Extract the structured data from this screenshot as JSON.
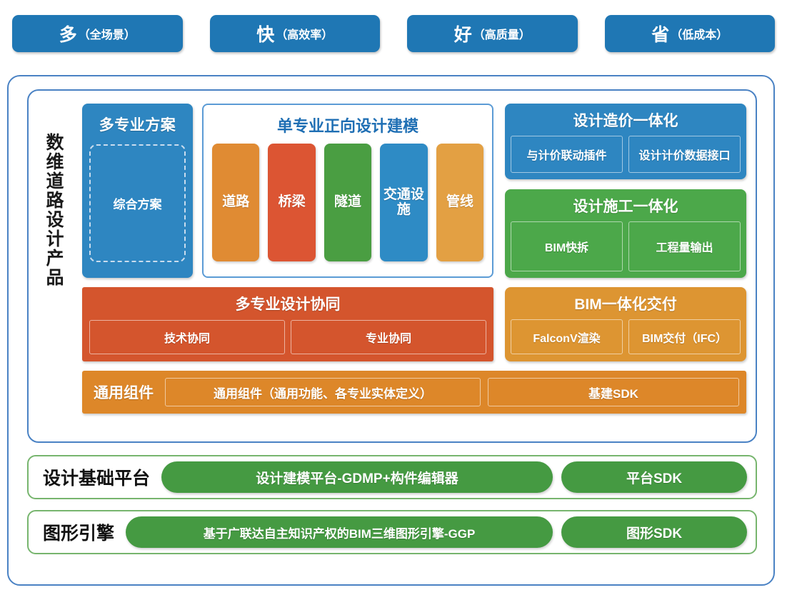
{
  "slogans": [
    {
      "big": "多",
      "small": "（全场景）"
    },
    {
      "big": "快",
      "small": "（高效率）"
    },
    {
      "big": "好",
      "small": "（高质量）"
    },
    {
      "big": "省",
      "small": "（低成本）"
    }
  ],
  "product": {
    "side_label": "数维道路设计产品",
    "multi_scheme": {
      "title": "多专业方案",
      "dashed_item": "综合方案"
    },
    "single_discipline": {
      "title": "单专业正向设计建模",
      "cards": [
        {
          "label": "道路",
          "color": "#e08b33"
        },
        {
          "label": "桥梁",
          "color": "#dc5533"
        },
        {
          "label": "隧道",
          "color": "#4a9e42"
        },
        {
          "label": "交通设施",
          "color": "#2e8bc5"
        },
        {
          "label": "管线",
          "color": "#e3a043"
        }
      ]
    },
    "cost_integration": {
      "title": "设计造价一体化",
      "color": "#2e86c1",
      "items": [
        "与计价联动插件",
        "设计计价数据接口"
      ]
    },
    "construction_integration": {
      "title": "设计施工一体化",
      "color": "#4ca84a",
      "items": [
        "BIM快拆",
        "工程量输出"
      ]
    },
    "collaboration": {
      "title": "多专业设计协同",
      "color": "#d4552d",
      "items": [
        "技术协同",
        "专业协同"
      ]
    },
    "bim_delivery": {
      "title": "BIM一体化交付",
      "color": "#dd9532",
      "items": [
        "FalconV渲染",
        "BIM交付（IFC）"
      ]
    },
    "common_components": {
      "lead": "通用组件",
      "color": "#dd8729",
      "items": [
        "通用组件（通用功能、各专业实体定义）",
        "基建SDK"
      ]
    }
  },
  "bands": [
    {
      "label": "设计基础平台",
      "main": "设计建模平台-GDMP+构件编辑器",
      "sdk": "平台SDK"
    },
    {
      "label": "图形引擎",
      "main": "基于广联达自主知识产权的BIM三维图形引擎-GGP",
      "sdk": "图形SDK"
    }
  ]
}
